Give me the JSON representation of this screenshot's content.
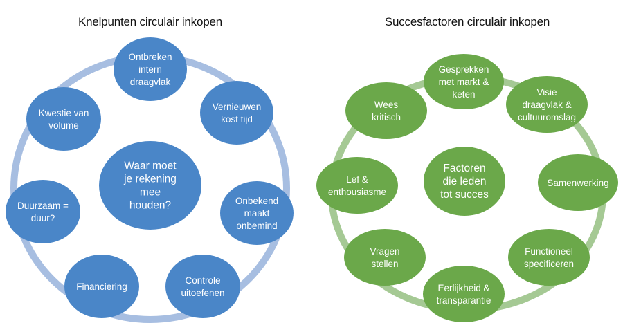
{
  "colors": {
    "blue_node": "#4A86C8",
    "blue_ring": "#A7BEE1",
    "green_node": "#6BA84A",
    "green_ring": "#A5C994"
  },
  "diagrams": [
    {
      "id": "knelpunten",
      "title": "Knelpunten circulair inkopen",
      "theme": "blue",
      "center": [
        "Waar moet",
        "je rekening",
        "mee",
        "houden?"
      ],
      "nodes": [
        {
          "lines": [
            "Ontbreken",
            "intern",
            "draagvlak"
          ]
        },
        {
          "lines": [
            "Vernieuwen",
            "kost tijd"
          ]
        },
        {
          "lines": [
            "Onbekend",
            "maakt",
            "onbemind"
          ]
        },
        {
          "lines": [
            "Controle",
            "uitoefenen"
          ]
        },
        {
          "lines": [
            "Financiering"
          ]
        },
        {
          "lines": [
            "Duurzaam =",
            "duur?"
          ]
        },
        {
          "lines": [
            "Kwestie van",
            "volume"
          ]
        }
      ]
    },
    {
      "id": "succesfactoren",
      "title": "Succesfactoren circulair inkopen",
      "theme": "green",
      "center": [
        "Factoren",
        "die leden",
        "tot succes"
      ],
      "nodes": [
        {
          "lines": [
            "Gesprekken",
            "met markt &",
            "keten"
          ]
        },
        {
          "lines": [
            "Visie",
            "draagvlak &",
            "cultuuromslag"
          ]
        },
        {
          "lines": [
            "Samenwerking"
          ]
        },
        {
          "lines": [
            "Functioneel",
            "specificeren"
          ]
        },
        {
          "lines": [
            "Eerlijkheid &",
            "transparantie"
          ]
        },
        {
          "lines": [
            "Vragen",
            "stellen"
          ]
        },
        {
          "lines": [
            "Lef &",
            "enthousiasme"
          ]
        },
        {
          "lines": [
            "Wees",
            "kritisch"
          ]
        }
      ]
    }
  ]
}
